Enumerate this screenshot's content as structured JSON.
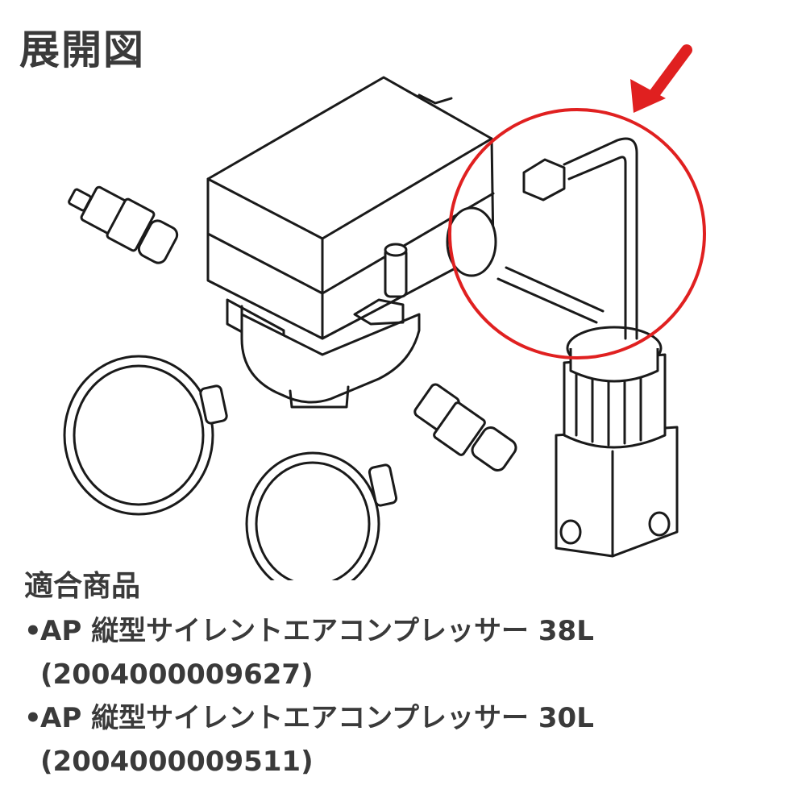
{
  "title": "展開図",
  "diagram": {
    "highlight_color": "#e02020",
    "highlight_target": "regulator-pipe"
  },
  "compat": {
    "heading": "適合商品",
    "items": [
      {
        "bullet": "•",
        "name": "AP 縦型サイレントエアコンプレッサー 38L",
        "code": "(2004000009627)"
      },
      {
        "bullet": "•",
        "name": "AP 縦型サイレントエアコンプレッサー 30L",
        "code": "(2004000009511)"
      }
    ]
  }
}
